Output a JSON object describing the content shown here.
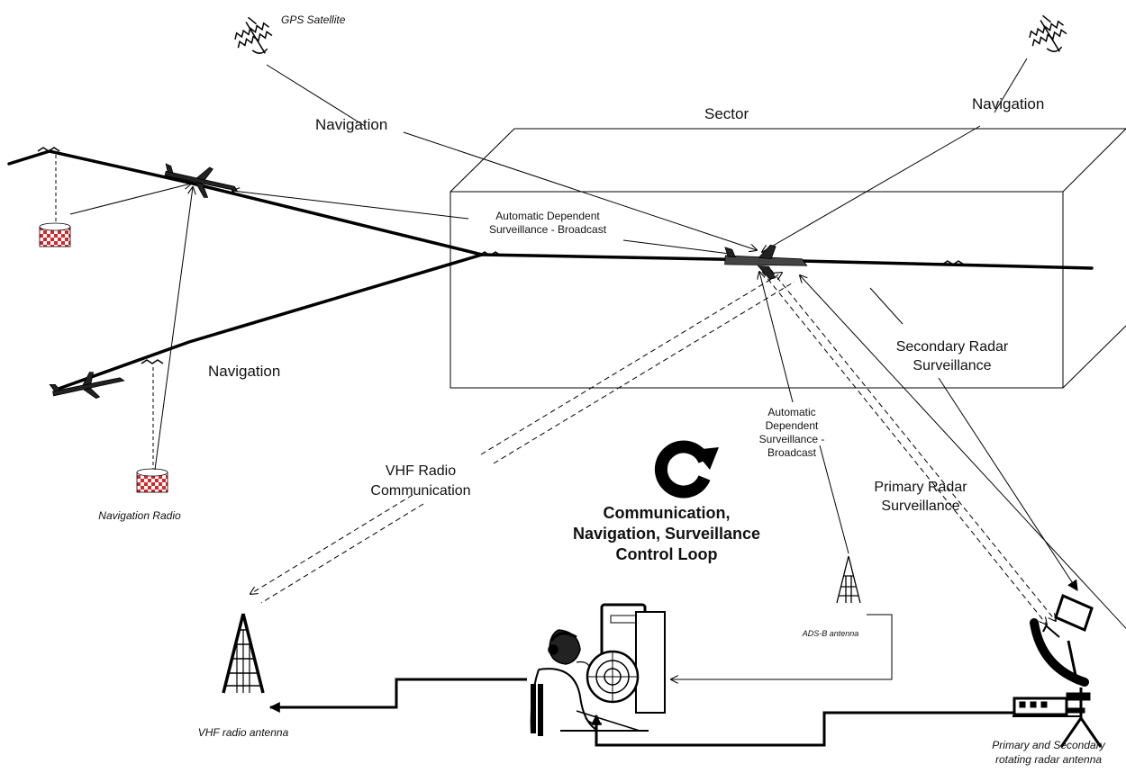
{
  "labels": {
    "gps_satellite": "GPS Satellite",
    "navigation_left": "Navigation",
    "navigation_right": "Navigation",
    "navigation_lower": "Navigation",
    "sector": "Sector",
    "adsb_upper_l1": "Automatic Dependent",
    "adsb_upper_l2": "Surveillance - Broadcast",
    "secondary_radar_l1": "Secondary Radar",
    "secondary_radar_l2": "Surveillance",
    "adsb_lower_l1": "Automatic",
    "adsb_lower_l2": "Dependent",
    "adsb_lower_l3": "Surveillance -",
    "adsb_lower_l4": "Broadcast",
    "vhf_comm_l1": "VHF Radio",
    "vhf_comm_l2": "Communication",
    "primary_radar_l1": "Primary Radar",
    "primary_radar_l2": "Surveillance",
    "cns_l1": "Communication,",
    "cns_l2": "Navigation, Surveillance",
    "cns_l3": "Control Loop",
    "navigation_radio": "Navigation Radio",
    "adsb_antenna": "ADS-B antenna",
    "vhf_radio_antenna": "VHF radio antenna",
    "radar_antenna_l1": "Primary and Secondary",
    "radar_antenna_l2": "rotating radar antenna"
  },
  "icons": [
    "satellite-icon",
    "airplane-icon",
    "navigation-radio-icon",
    "radio-tower-icon",
    "radar-dish-icon",
    "controller-icon",
    "loop-arrow-icon"
  ],
  "colors": {
    "line": "#000000",
    "nav_radio_red": "#d9262b",
    "background": "#ffffff"
  }
}
